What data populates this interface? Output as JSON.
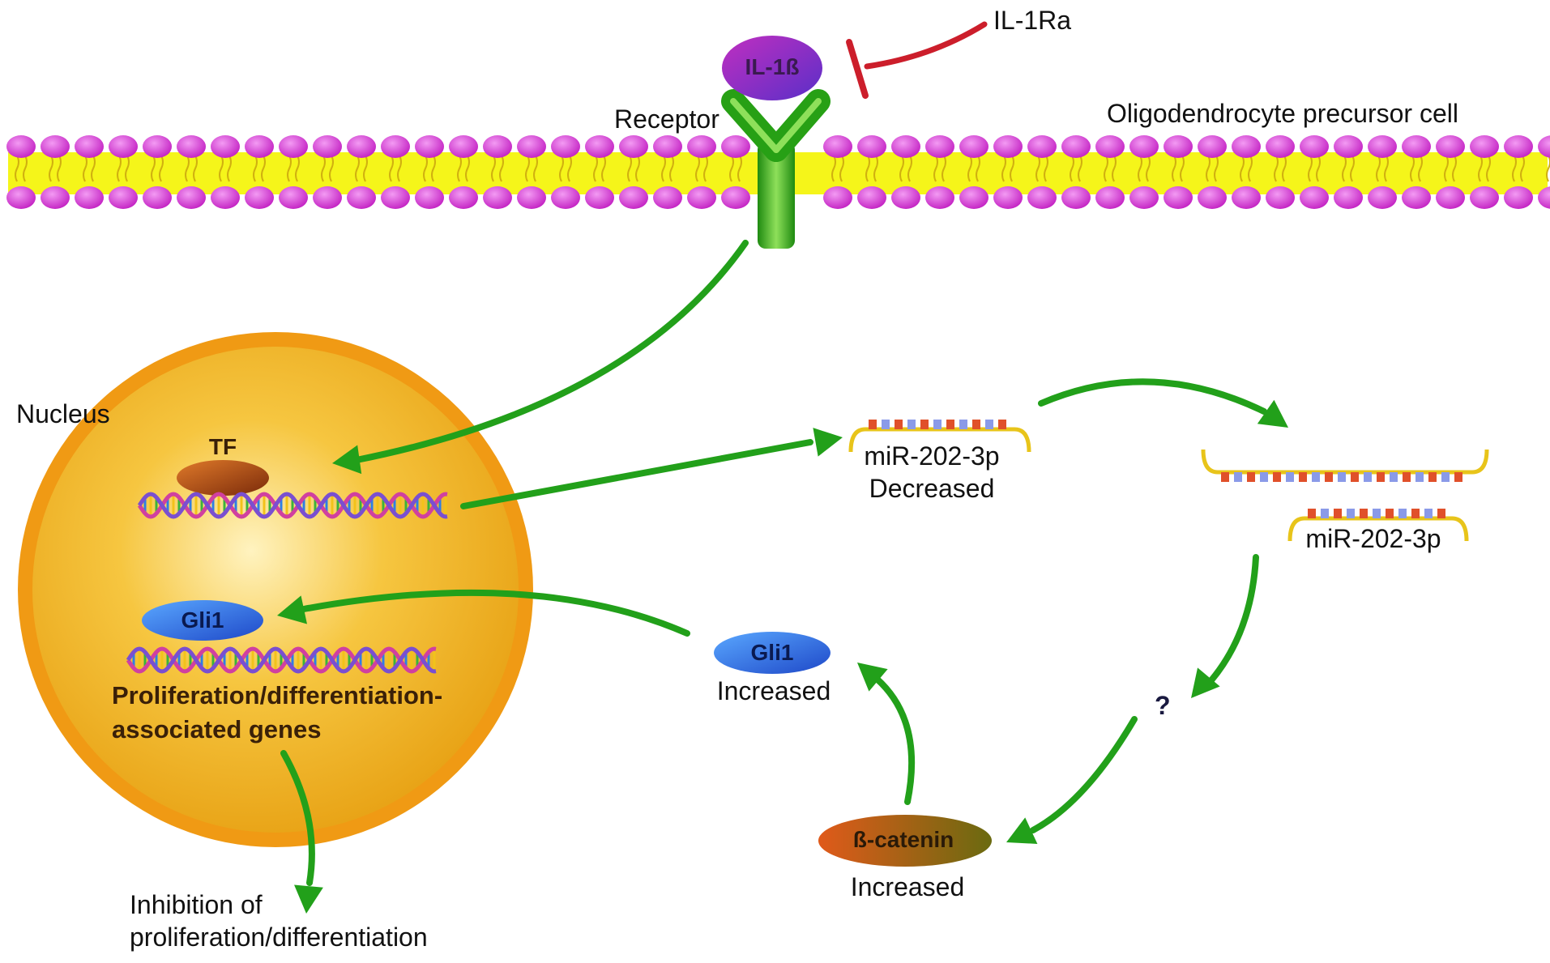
{
  "labels": {
    "il1ra": "IL-1Ra",
    "il1b": "IL-1ß",
    "receptor": "Receptor",
    "cell": "Oligodendrocyte precursor cell",
    "nucleus": "Nucleus",
    "tf": "TF",
    "gli1_nuclear": "Gli1",
    "genes_line1": "Proliferation/differentiation-",
    "genes_line2": "associated genes",
    "inhibition_line1": "Inhibition of",
    "inhibition_line2": "proliferation/differentiation",
    "mir_decreased_name": "miR-202-3p",
    "mir_decreased_status": "Decreased",
    "mir_bound_name": "miR-202-3p",
    "question": "?",
    "beta_catenin": "ß-catenin",
    "beta_catenin_status": "Increased",
    "gli1_cyto": "Gli1",
    "gli1_cyto_status": "Increased"
  },
  "colors": {
    "arrow": "#22a01a",
    "inhibit": "#cc1e2b",
    "lipid_head": "#d63fd6",
    "lipid_tail": "#f2f21a",
    "receptor": "#3cb31a",
    "il1b": "#7d2fc0",
    "nucleus_outer": "#f0a020",
    "nucleus_inner": "#f8d060",
    "gli1": "#2a6fe0",
    "tf": "#b8521a",
    "beta_catenin": "#c8651a",
    "mirna_strand": "#f2d21a"
  }
}
